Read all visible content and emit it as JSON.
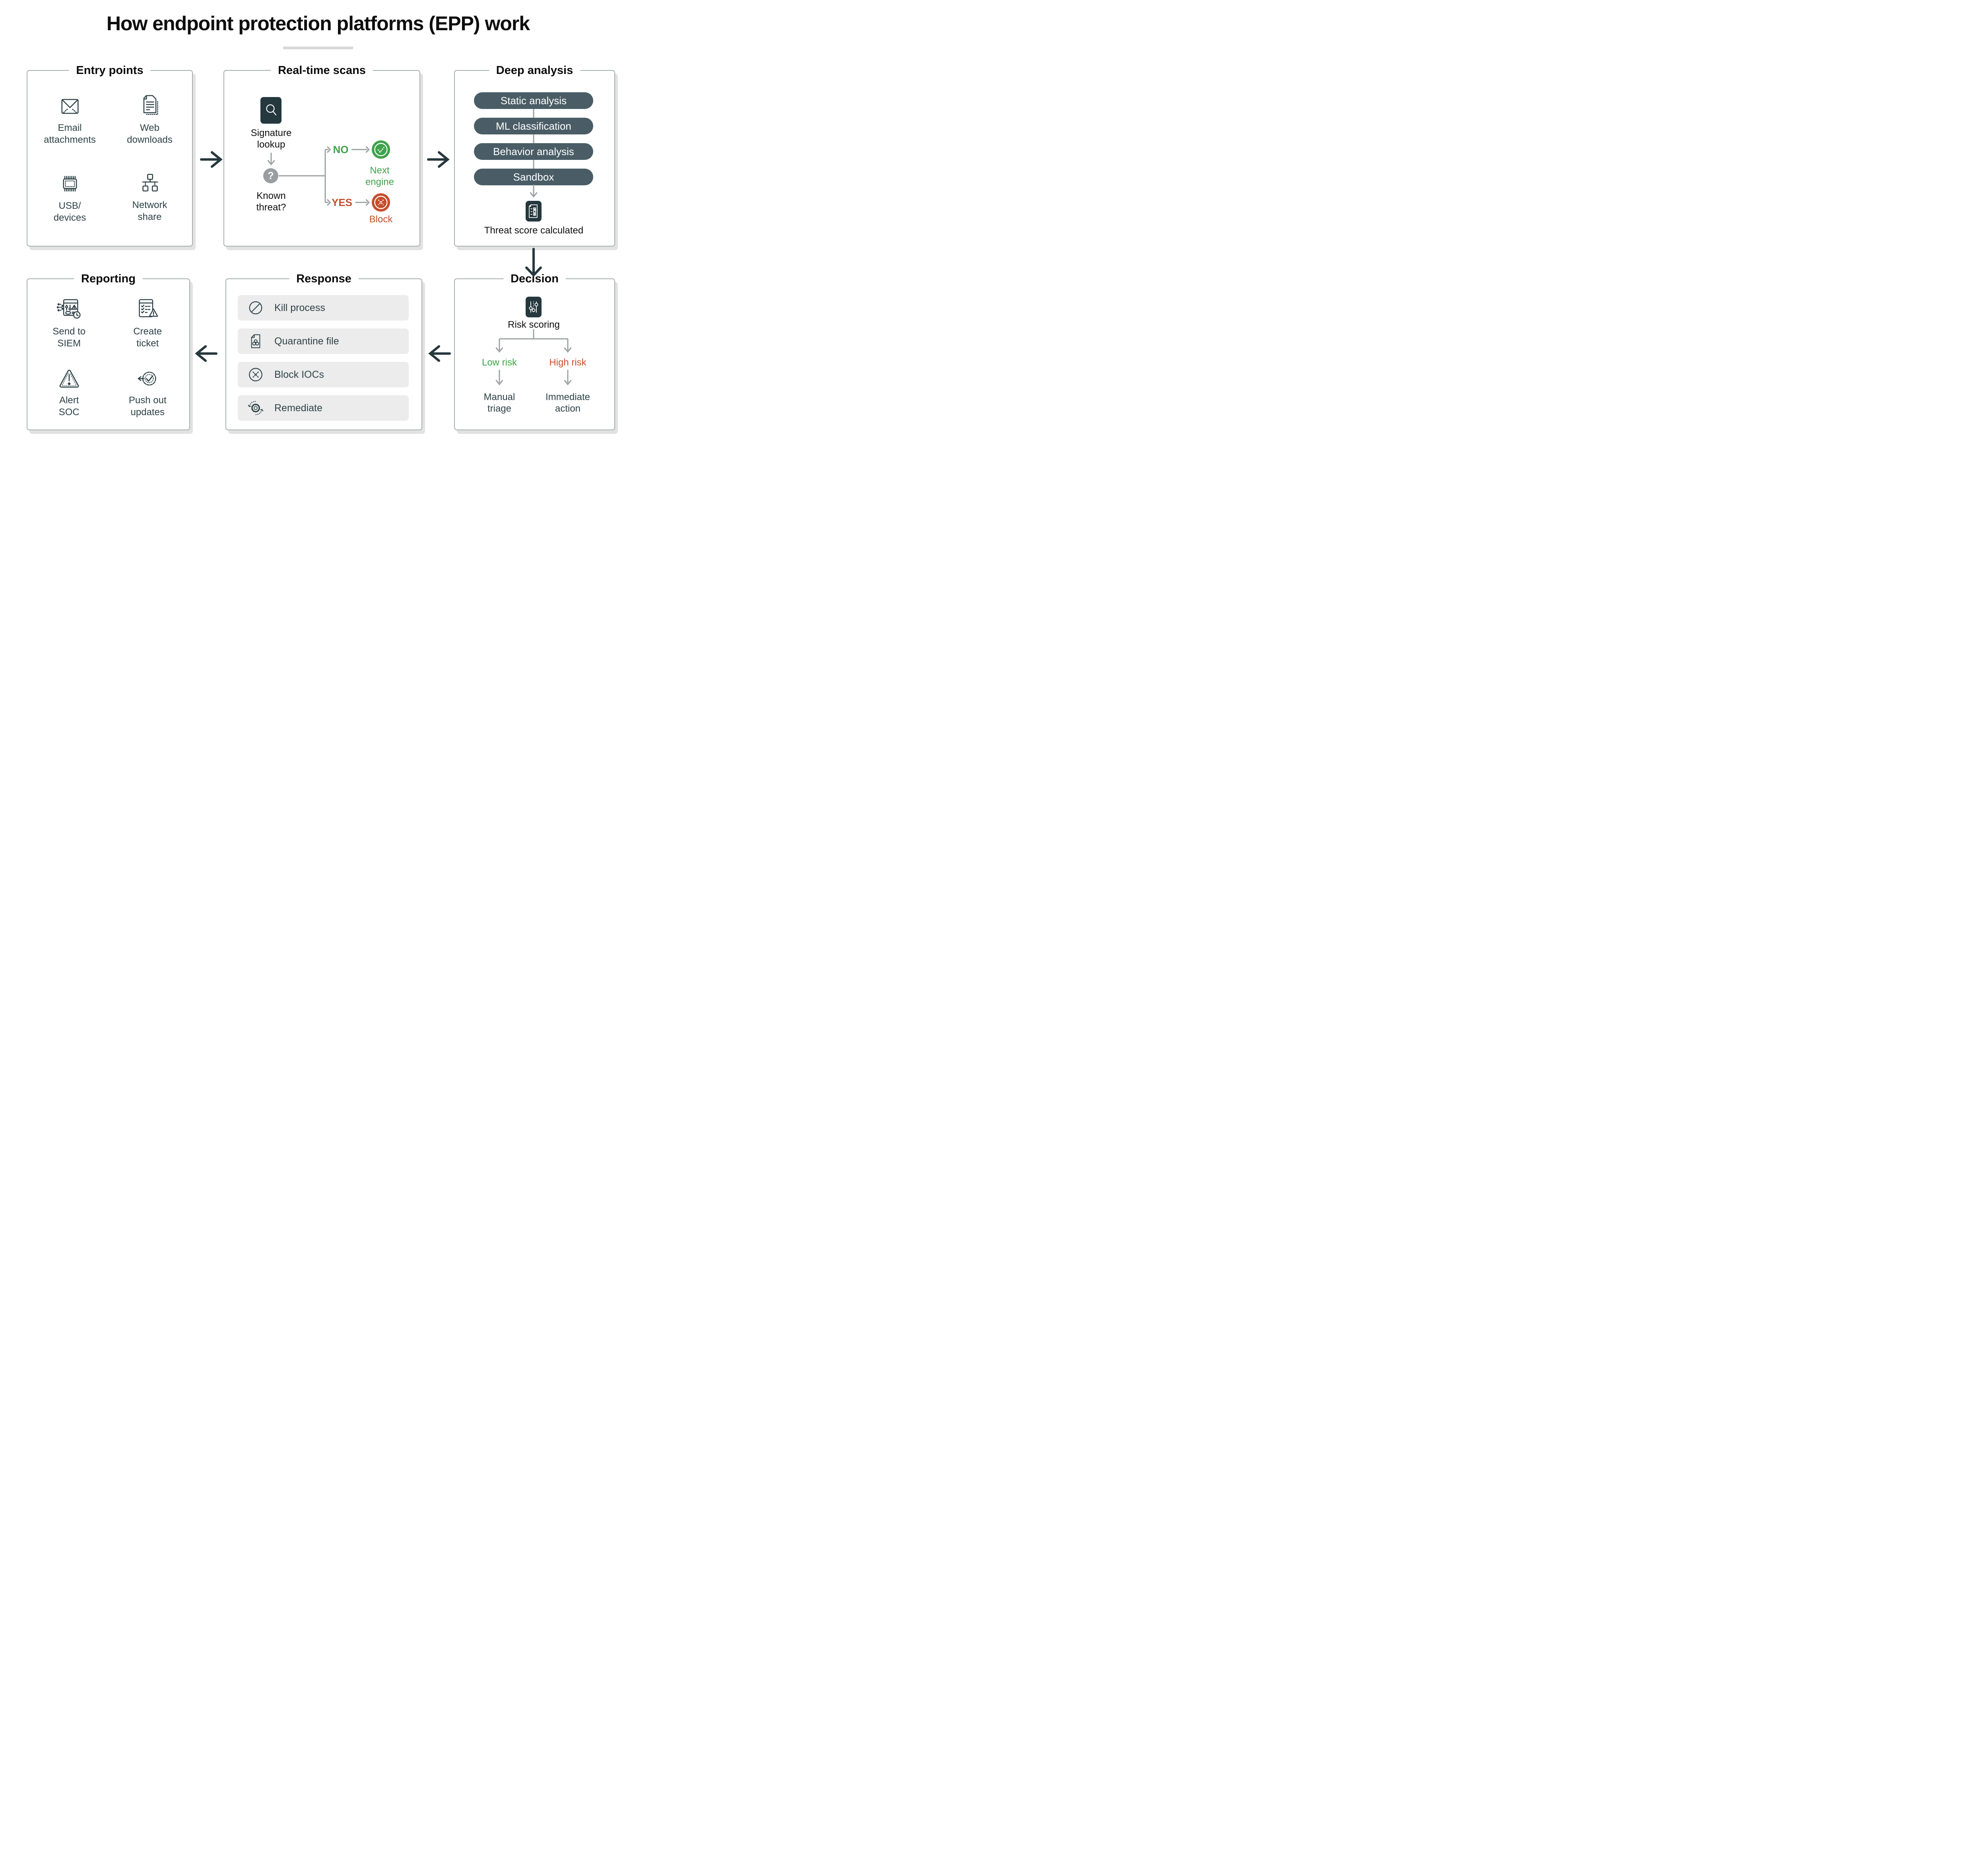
{
  "title": "How endpoint protection platforms (EPP) work",
  "colors": {
    "accent_dark": "#26373d",
    "slate_text": "#2e4147",
    "tile_dark": "#24383e",
    "pill_slate": "#4a5d66",
    "green": "#3fa24c",
    "red": "#c54e2d",
    "gray_line": "#9ba0a2",
    "row_bg": "#ececec"
  },
  "panels": {
    "entry_points": {
      "title": "Entry points",
      "items": [
        {
          "label": "Email\nattachments",
          "icon": "email-icon"
        },
        {
          "label": "Web\ndownloads",
          "icon": "web-downloads-icon"
        },
        {
          "label": "USB/\ndevices",
          "icon": "usb-devices-icon"
        },
        {
          "label": "Network\nshare",
          "icon": "network-share-icon"
        }
      ]
    },
    "real_time_scans": {
      "title": "Real-time scans",
      "signature_label": "Signature\nlookup",
      "question_mark": "?",
      "question_label": "Known\nthreat?",
      "no_label": "NO",
      "no_result": "Next\nengine",
      "yes_label": "YES",
      "yes_result": "Block"
    },
    "deep_analysis": {
      "title": "Deep analysis",
      "pills": [
        "Static analysis",
        "ML classification",
        "Behavior analysis",
        "Sandbox"
      ],
      "result_label": "Threat score calculated"
    },
    "decision": {
      "title": "Decision",
      "score_label": "Risk scoring",
      "low_label": "Low risk",
      "high_label": "High risk",
      "low_action": "Manual\ntriage",
      "high_action": "Immediate\naction"
    },
    "response": {
      "title": "Response",
      "items": [
        {
          "label": "Kill process",
          "icon": "kill-process-icon"
        },
        {
          "label": "Quarantine file",
          "icon": "quarantine-file-icon"
        },
        {
          "label": "Block IOCs",
          "icon": "block-iocs-icon"
        },
        {
          "label": "Remediate",
          "icon": "remediate-icon"
        }
      ]
    },
    "reporting": {
      "title": "Reporting",
      "items": [
        {
          "label": "Send to\nSIEM",
          "icon": "send-to-siem-icon"
        },
        {
          "label": "Create\nticket",
          "icon": "create-ticket-icon"
        },
        {
          "label": "Alert\nSOC",
          "icon": "alert-soc-icon"
        },
        {
          "label": "Push out\nupdates",
          "icon": "push-updates-icon"
        }
      ]
    }
  }
}
